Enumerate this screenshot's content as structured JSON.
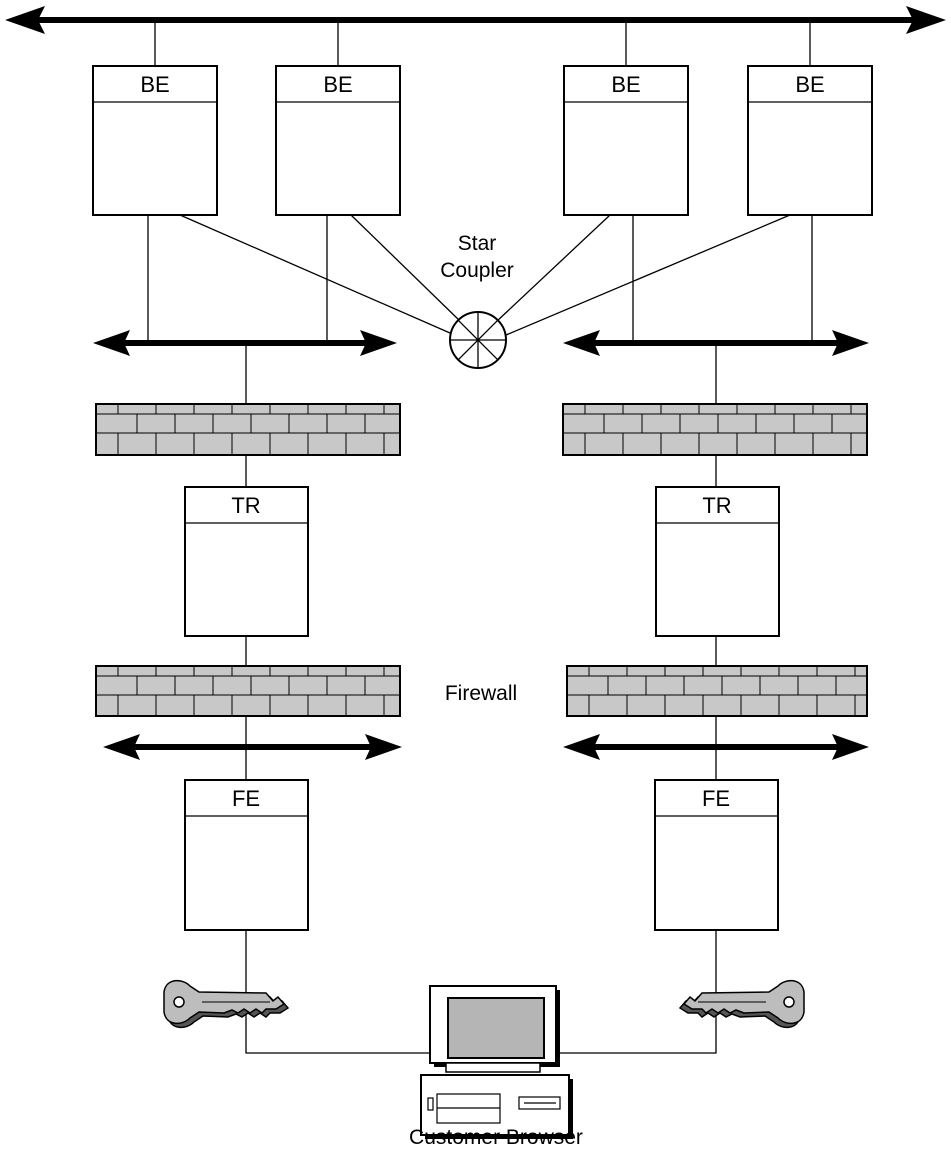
{
  "diagram": {
    "backend_label": "BE",
    "transaction_label": "TR",
    "frontend_label": "FE",
    "star_coupler_label_line1": "Star",
    "star_coupler_label_line2": "Coupler",
    "firewall_label": "Firewall",
    "customer_label": "Customer Browser"
  }
}
